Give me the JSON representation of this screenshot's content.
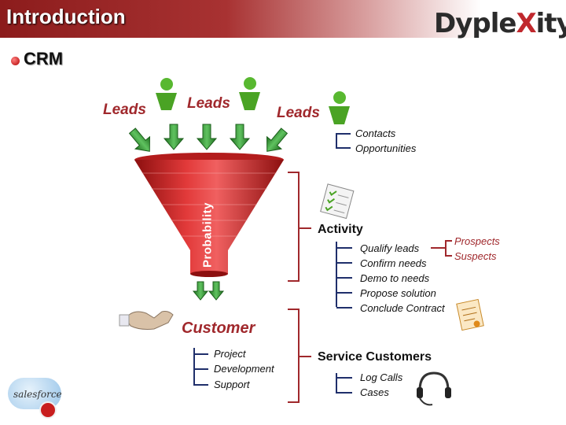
{
  "header": {
    "title": "Introduction",
    "logo_a": "Dyple",
    "logo_b": "ity"
  },
  "bullet": {
    "label": "CRM"
  },
  "leads": [
    "Leads",
    "Leads",
    "Leads"
  ],
  "funnel": {
    "label": "Probability"
  },
  "leads_items": [
    "Contacts",
    "Opportunities"
  ],
  "activity": {
    "title": "Activity",
    "items": [
      "Qualify leads",
      "Confirm needs",
      "Demo to needs",
      "Propose solution",
      "Conclude Contract"
    ],
    "qualify_sub": [
      "Prospects",
      "Suspects"
    ]
  },
  "customer": {
    "title": "Customer",
    "items": [
      "Project",
      "Development",
      "Support"
    ]
  },
  "service": {
    "title": "Service Customers",
    "items": [
      "Log Calls",
      "Cases"
    ]
  },
  "salesforce": {
    "label": "salesforce"
  },
  "colors": {
    "brand_red": "#a0282c",
    "funnel_red": "#d42a2a",
    "arrow_green": "#2e8b2e"
  }
}
